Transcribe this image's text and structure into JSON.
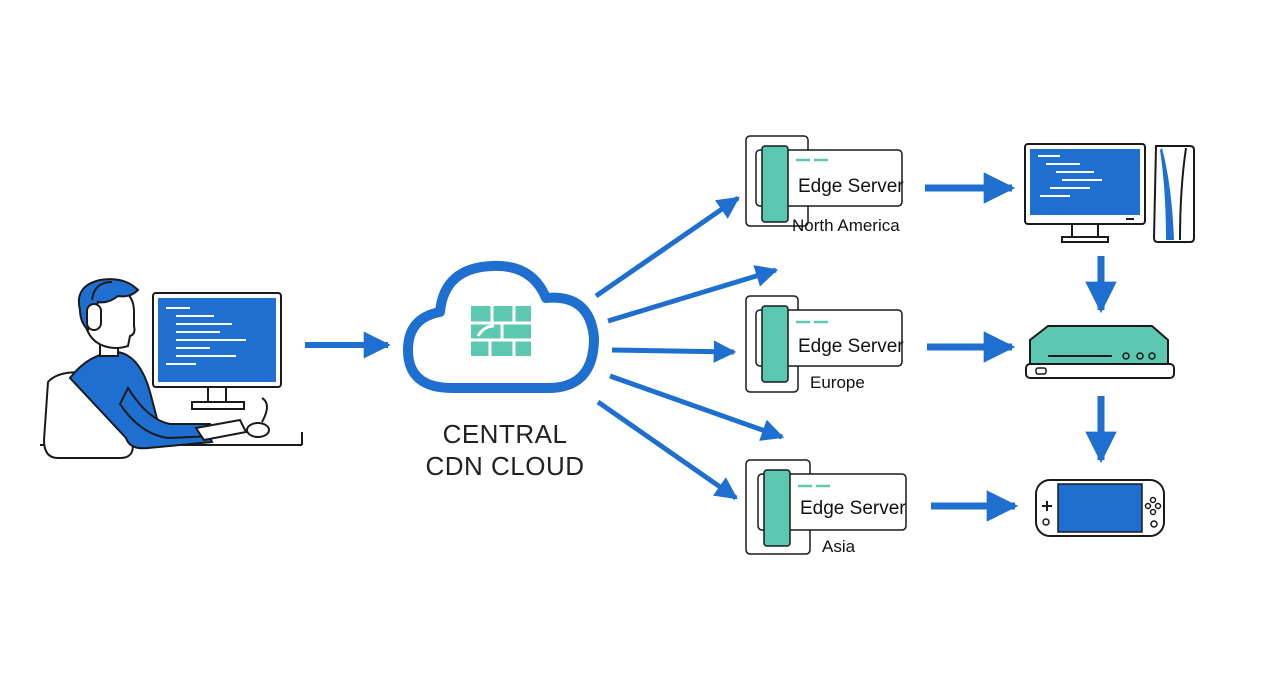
{
  "cloud": {
    "label_line1": "CENTRAL",
    "label_line2": "CDN CLOUD"
  },
  "edge_servers": [
    {
      "title": "Edge Server",
      "region": "North America"
    },
    {
      "title": "Edge Server",
      "region": "Europe"
    },
    {
      "title": "Edge Server",
      "region": "Asia"
    }
  ],
  "devices": [
    {
      "icon": "desktop-pc-icon"
    },
    {
      "icon": "game-console-icon"
    },
    {
      "icon": "handheld-console-icon"
    }
  ],
  "actor": {
    "icon": "developer-at-computer-icon"
  },
  "colors": {
    "blue": "#1f6fd1",
    "teal": "#5cc8b2",
    "outline": "#1a1a1a"
  }
}
